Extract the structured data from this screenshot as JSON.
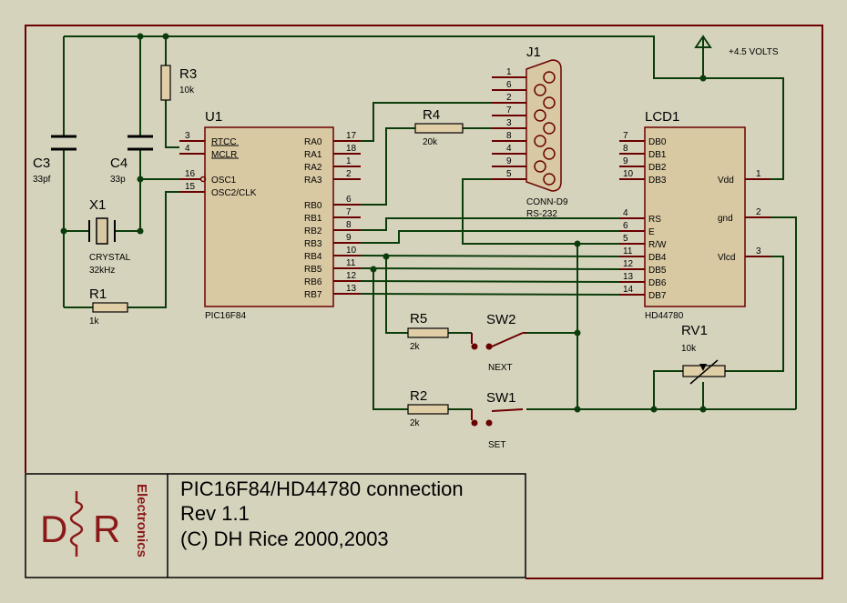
{
  "power": {
    "label": "+4.5 VOLTS"
  },
  "u1": {
    "ref": "U1",
    "part": "PIC16F84",
    "left_pins": [
      {
        "num": "3",
        "name": "RTCC"
      },
      {
        "num": "4",
        "name": "MCLR"
      },
      {
        "num": "16",
        "name": "OSC1"
      },
      {
        "num": "15",
        "name": "OSC2/CLK"
      }
    ],
    "right_pins": [
      {
        "num": "17",
        "name": "RA0"
      },
      {
        "num": "18",
        "name": "RA1"
      },
      {
        "num": "1",
        "name": "RA2"
      },
      {
        "num": "2",
        "name": "RA3"
      },
      {
        "num": "6",
        "name": "RB0"
      },
      {
        "num": "7",
        "name": "RB1"
      },
      {
        "num": "8",
        "name": "RB2"
      },
      {
        "num": "9",
        "name": "RB3"
      },
      {
        "num": "10",
        "name": "RB4"
      },
      {
        "num": "11",
        "name": "RB5"
      },
      {
        "num": "12",
        "name": "RB6"
      },
      {
        "num": "13",
        "name": "RB7"
      }
    ]
  },
  "lcd": {
    "ref": "LCD1",
    "part": "HD44780",
    "left_pins": [
      {
        "num": "7",
        "name": "DB0"
      },
      {
        "num": "8",
        "name": "DB1"
      },
      {
        "num": "9",
        "name": "DB2"
      },
      {
        "num": "10",
        "name": "DB3"
      },
      {
        "num": "4",
        "name": "RS"
      },
      {
        "num": "6",
        "name": "E"
      },
      {
        "num": "5",
        "name": "R/W"
      },
      {
        "num": "11",
        "name": "DB4"
      },
      {
        "num": "12",
        "name": "DB5"
      },
      {
        "num": "13",
        "name": "DB6"
      },
      {
        "num": "14",
        "name": "DB7"
      }
    ],
    "right_pins": [
      {
        "num": "1",
        "name": "Vdd"
      },
      {
        "num": "2",
        "name": "gnd"
      },
      {
        "num": "3",
        "name": "Vlcd"
      }
    ]
  },
  "j1": {
    "ref": "J1",
    "part": "CONN-D9",
    "label": "RS-232",
    "pins": [
      "1",
      "6",
      "2",
      "7",
      "3",
      "8",
      "4",
      "9",
      "5"
    ]
  },
  "r3": {
    "ref": "R3",
    "value": "10k"
  },
  "r4": {
    "ref": "R4",
    "value": "20k"
  },
  "r1": {
    "ref": "R1",
    "value": "1k"
  },
  "r5": {
    "ref": "R5",
    "value": "2k"
  },
  "r2": {
    "ref": "R2",
    "value": "2k"
  },
  "c3": {
    "ref": "C3",
    "value": "33pf"
  },
  "c4": {
    "ref": "C4",
    "value": "33p"
  },
  "x1": {
    "ref": "X1",
    "part": "CRYSTAL",
    "value": "32kHz"
  },
  "rv1": {
    "ref": "RV1",
    "value": "10k"
  },
  "sw2": {
    "ref": "SW2",
    "label": "NEXT"
  },
  "sw1": {
    "ref": "SW1",
    "label": "SET"
  },
  "title_block": {
    "logo_letters": [
      "D",
      "R"
    ],
    "logo_side": "Electronics",
    "line1": "PIC16F84/HD44780 connection",
    "line2": "Rev 1.1",
    "line3": "(C) DH Rice 2000,2003"
  },
  "colors": {
    "background": "#d6d3bd",
    "wire": "#0b3d0b",
    "component": "#6b0000",
    "body_fill": "#d8c9a3"
  }
}
